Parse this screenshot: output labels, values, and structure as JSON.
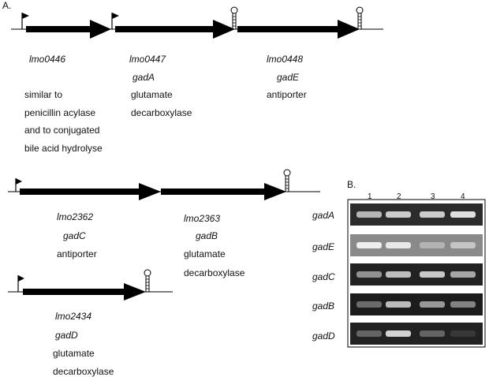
{
  "panels": {
    "a_label": "A.",
    "b_label": "B."
  },
  "operon1": {
    "genes": [
      {
        "locus": "lmo0446",
        "name": "",
        "desc": [
          "similar to",
          "penicillin acylase",
          "and to conjugated",
          "bile acid  hydrolyse"
        ]
      },
      {
        "locus": "lmo0447",
        "name": "gadA",
        "desc": [
          "glutamate",
          "decarboxylase"
        ]
      },
      {
        "locus": "lmo0448",
        "name": "gadE",
        "desc": [
          "antiporter"
        ]
      }
    ]
  },
  "operon2": {
    "genes": [
      {
        "locus": "lmo2362",
        "name": "gadC",
        "desc": [
          "antiporter"
        ]
      },
      {
        "locus": "lmo2363",
        "name": "gadB",
        "desc": [
          "glutamate",
          "decarboxylase"
        ]
      }
    ]
  },
  "operon3": {
    "genes": [
      {
        "locus": "lmo2434",
        "name": "gadD",
        "desc": [
          "glutamate",
          "decarboxylase"
        ]
      }
    ]
  },
  "gel": {
    "lanes": [
      "1",
      "2",
      "3",
      "4"
    ],
    "rows": [
      {
        "gene": "gadA",
        "intensity": [
          0.65,
          0.75,
          0.75,
          0.85
        ]
      },
      {
        "gene": "gadE",
        "intensity": [
          0.85,
          0.8,
          0.35,
          0.5
        ]
      },
      {
        "gene": "gadC",
        "intensity": [
          0.5,
          0.7,
          0.75,
          0.6
        ]
      },
      {
        "gene": "gadB",
        "intensity": [
          0.35,
          0.7,
          0.55,
          0.45
        ]
      },
      {
        "gene": "gadD",
        "intensity": [
          0.3,
          0.8,
          0.3,
          0.1
        ]
      }
    ]
  }
}
